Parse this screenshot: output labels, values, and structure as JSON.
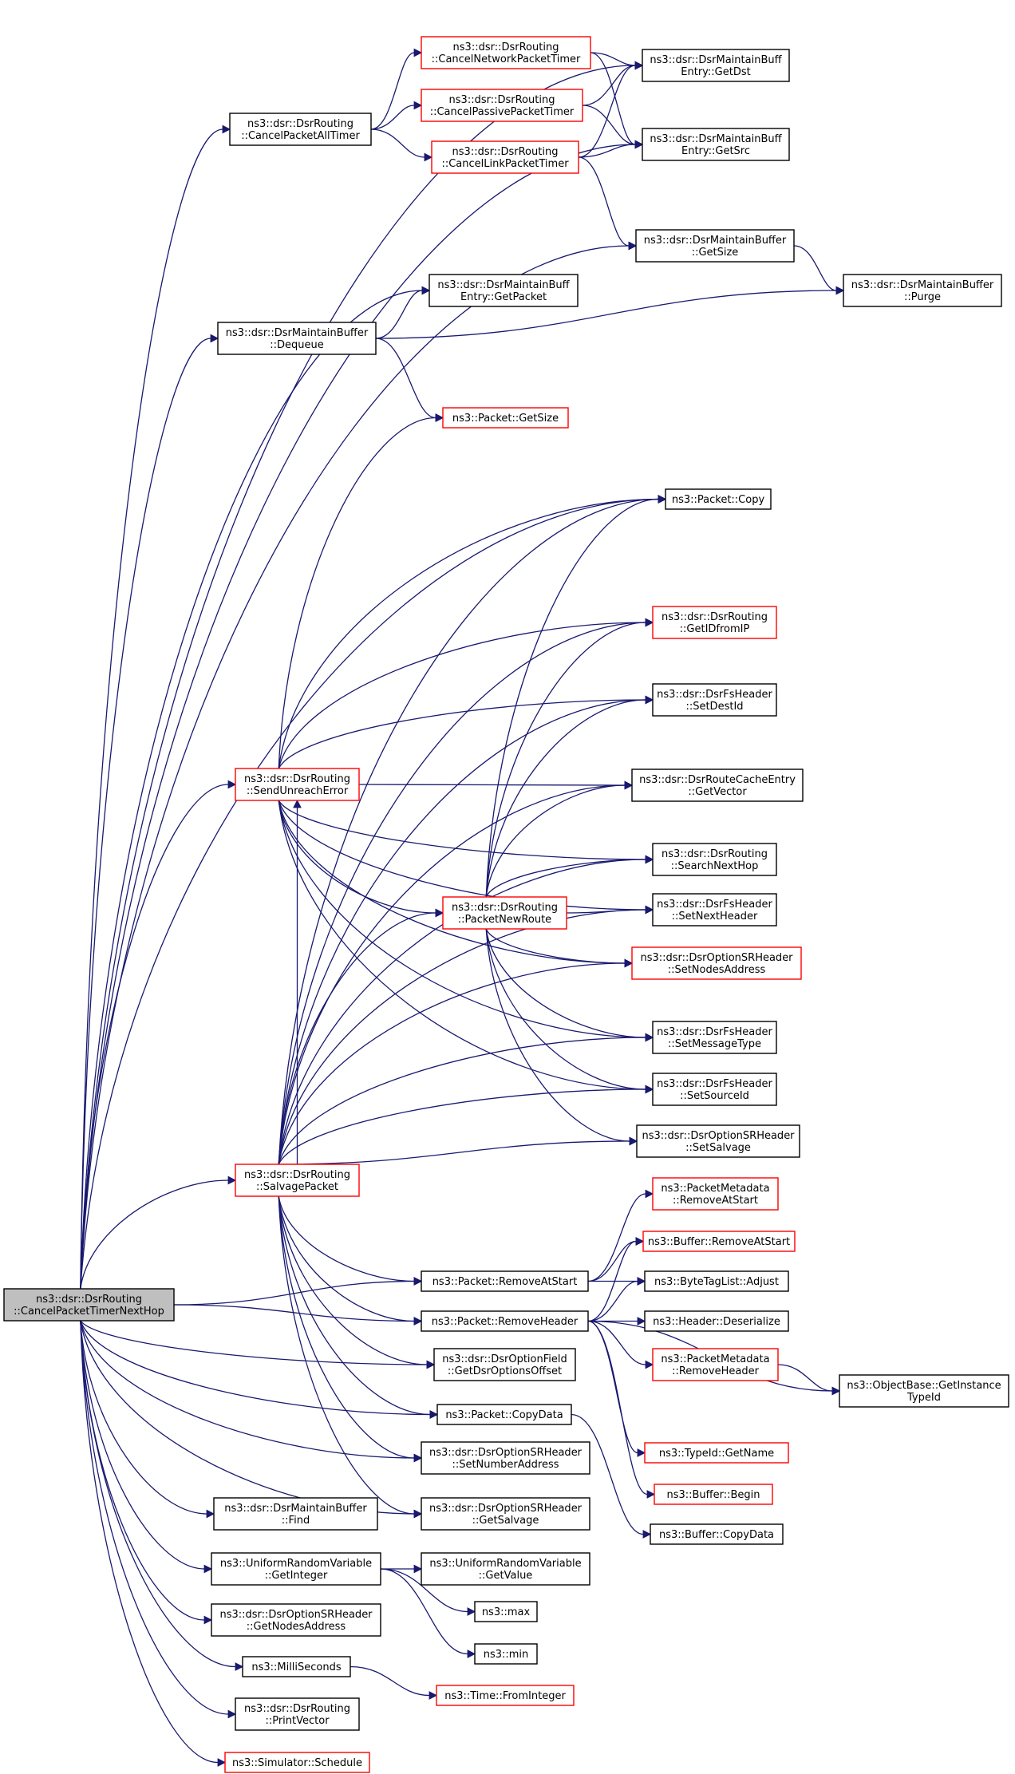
{
  "graph": {
    "title": "ns3::dsr::DsrRouting::CancelPacketTimerNextHop",
    "nodes": [
      {
        "id": "root",
        "lines": [
          "ns3::dsr::DsrRouting",
          "::CancelPacketTimerNextHop"
        ],
        "style": "root"
      },
      {
        "id": "cancelPacketAllTimer",
        "lines": [
          "ns3::dsr::DsrRouting",
          "::CancelPacketAllTimer"
        ],
        "style": "black"
      },
      {
        "id": "cancelNetworkPacketTimer",
        "lines": [
          "ns3::dsr::DsrRouting",
          "::CancelNetworkPacketTimer"
        ],
        "style": "red"
      },
      {
        "id": "cancelPassivePacketTimer",
        "lines": [
          "ns3::dsr::DsrRouting",
          "::CancelPassivePacketTimer"
        ],
        "style": "red"
      },
      {
        "id": "cancelLinkPacketTimer",
        "lines": [
          "ns3::dsr::DsrRouting",
          "::CancelLinkPacketTimer"
        ],
        "style": "red"
      },
      {
        "id": "getDst",
        "lines": [
          "ns3::dsr::DsrMaintainBuff",
          "Entry::GetDst"
        ],
        "style": "black"
      },
      {
        "id": "getSrc",
        "lines": [
          "ns3::dsr::DsrMaintainBuff",
          "Entry::GetSrc"
        ],
        "style": "black"
      },
      {
        "id": "getSize",
        "lines": [
          "ns3::dsr::DsrMaintainBuffer",
          "::GetSize"
        ],
        "style": "black"
      },
      {
        "id": "purge",
        "lines": [
          "ns3::dsr::DsrMaintainBuffer",
          "::Purge"
        ],
        "style": "black"
      },
      {
        "id": "getPacket",
        "lines": [
          "ns3::dsr::DsrMaintainBuff",
          "Entry::GetPacket"
        ],
        "style": "black"
      },
      {
        "id": "dequeue",
        "lines": [
          "ns3::dsr::DsrMaintainBuffer",
          "::Dequeue"
        ],
        "style": "black"
      },
      {
        "id": "packetGetSize",
        "lines": [
          "ns3::Packet::GetSize"
        ],
        "style": "red"
      },
      {
        "id": "packetCopy",
        "lines": [
          "ns3::Packet::Copy"
        ],
        "style": "black"
      },
      {
        "id": "getIDfromIP",
        "lines": [
          "ns3::dsr::DsrRouting",
          "::GetIDfromIP"
        ],
        "style": "red"
      },
      {
        "id": "setDestId",
        "lines": [
          "ns3::dsr::DsrFsHeader",
          "::SetDestId"
        ],
        "style": "black"
      },
      {
        "id": "getVector",
        "lines": [
          "ns3::dsr::DsrRouteCacheEntry",
          "::GetVector"
        ],
        "style": "black"
      },
      {
        "id": "sendUnreachError",
        "lines": [
          "ns3::dsr::DsrRouting",
          "::SendUnreachError"
        ],
        "style": "red"
      },
      {
        "id": "searchNextHop",
        "lines": [
          "ns3::dsr::DsrRouting",
          "::SearchNextHop"
        ],
        "style": "black"
      },
      {
        "id": "packetNewRoute",
        "lines": [
          "ns3::dsr::DsrRouting",
          "::PacketNewRoute"
        ],
        "style": "red"
      },
      {
        "id": "setNextHeader",
        "lines": [
          "ns3::dsr::DsrFsHeader",
          "::SetNextHeader"
        ],
        "style": "black"
      },
      {
        "id": "setNodesAddress",
        "lines": [
          "ns3::dsr::DsrOptionSRHeader",
          "::SetNodesAddress"
        ],
        "style": "red"
      },
      {
        "id": "setMessageType",
        "lines": [
          "ns3::dsr::DsrFsHeader",
          "::SetMessageType"
        ],
        "style": "black"
      },
      {
        "id": "setSourceId",
        "lines": [
          "ns3::dsr::DsrFsHeader",
          "::SetSourceId"
        ],
        "style": "black"
      },
      {
        "id": "setSalvage",
        "lines": [
          "ns3::dsr::DsrOptionSRHeader",
          "::SetSalvage"
        ],
        "style": "black"
      },
      {
        "id": "salvagePacket",
        "lines": [
          "ns3::dsr::DsrRouting",
          "::SalvagePacket"
        ],
        "style": "red"
      },
      {
        "id": "metaRemoveAtStart",
        "lines": [
          "ns3::PacketMetadata",
          "::RemoveAtStart"
        ],
        "style": "red"
      },
      {
        "id": "bufferRemoveAtStart",
        "lines": [
          "ns3::Buffer::RemoveAtStart"
        ],
        "style": "red"
      },
      {
        "id": "packetRemoveAtStart",
        "lines": [
          "ns3::Packet::RemoveAtStart"
        ],
        "style": "black"
      },
      {
        "id": "byteTagAdjust",
        "lines": [
          "ns3::ByteTagList::Adjust"
        ],
        "style": "black"
      },
      {
        "id": "packetRemoveHeader",
        "lines": [
          "ns3::Packet::RemoveHeader"
        ],
        "style": "black"
      },
      {
        "id": "headerDeserialize",
        "lines": [
          "ns3::Header::Deserialize"
        ],
        "style": "black"
      },
      {
        "id": "getDsrOptionsOffset",
        "lines": [
          "ns3::dsr::DsrOptionField",
          "::GetDsrOptionsOffset"
        ],
        "style": "black"
      },
      {
        "id": "metaRemoveHeader",
        "lines": [
          "ns3::PacketMetadata",
          "::RemoveHeader"
        ],
        "style": "red"
      },
      {
        "id": "getInstanceTypeId",
        "lines": [
          "ns3::ObjectBase::GetInstance",
          "TypeId"
        ],
        "style": "black"
      },
      {
        "id": "packetCopyData",
        "lines": [
          "ns3::Packet::CopyData"
        ],
        "style": "black"
      },
      {
        "id": "setNumberAddress",
        "lines": [
          "ns3::dsr::DsrOptionSRHeader",
          "::SetNumberAddress"
        ],
        "style": "black"
      },
      {
        "id": "typeIdGetName",
        "lines": [
          "ns3::TypeId::GetName"
        ],
        "style": "red"
      },
      {
        "id": "getSalvage",
        "lines": [
          "ns3::dsr::DsrOptionSRHeader",
          "::GetSalvage"
        ],
        "style": "black"
      },
      {
        "id": "bufferBegin",
        "lines": [
          "ns3::Buffer::Begin"
        ],
        "style": "red"
      },
      {
        "id": "find",
        "lines": [
          "ns3::dsr::DsrMaintainBuffer",
          "::Find"
        ],
        "style": "black"
      },
      {
        "id": "bufferCopyData",
        "lines": [
          "ns3::Buffer::CopyData"
        ],
        "style": "black"
      },
      {
        "id": "getInteger",
        "lines": [
          "ns3::UniformRandomVariable",
          "::GetInteger"
        ],
        "style": "black"
      },
      {
        "id": "getValue",
        "lines": [
          "ns3::UniformRandomVariable",
          "::GetValue"
        ],
        "style": "black"
      },
      {
        "id": "max",
        "lines": [
          "ns3::max"
        ],
        "style": "black"
      },
      {
        "id": "getNodesAddress",
        "lines": [
          "ns3::dsr::DsrOptionSRHeader",
          "::GetNodesAddress"
        ],
        "style": "black"
      },
      {
        "id": "min",
        "lines": [
          "ns3::min"
        ],
        "style": "black"
      },
      {
        "id": "milliSeconds",
        "lines": [
          "ns3::MilliSeconds"
        ],
        "style": "black"
      },
      {
        "id": "fromInteger",
        "lines": [
          "ns3::Time::FromInteger"
        ],
        "style": "red"
      },
      {
        "id": "printVector",
        "lines": [
          "ns3::dsr::DsrRouting",
          "::PrintVector"
        ],
        "style": "black"
      },
      {
        "id": "schedule",
        "lines": [
          "ns3::Simulator::Schedule"
        ],
        "style": "red"
      }
    ],
    "edges": [
      [
        "root",
        "cancelPacketAllTimer"
      ],
      [
        "root",
        "getDst"
      ],
      [
        "root",
        "getSrc"
      ],
      [
        "root",
        "getSize"
      ],
      [
        "root",
        "getPacket"
      ],
      [
        "root",
        "dequeue"
      ],
      [
        "root",
        "packetCopy"
      ],
      [
        "root",
        "sendUnreachError"
      ],
      [
        "root",
        "salvagePacket"
      ],
      [
        "root",
        "packetRemoveAtStart"
      ],
      [
        "root",
        "packetRemoveHeader"
      ],
      [
        "root",
        "getDsrOptionsOffset"
      ],
      [
        "root",
        "packetCopyData"
      ],
      [
        "root",
        "setNumberAddress"
      ],
      [
        "root",
        "getSalvage"
      ],
      [
        "root",
        "find"
      ],
      [
        "root",
        "getInteger"
      ],
      [
        "root",
        "getNodesAddress"
      ],
      [
        "root",
        "milliSeconds"
      ],
      [
        "root",
        "printVector"
      ],
      [
        "root",
        "schedule"
      ],
      [
        "cancelPacketAllTimer",
        "cancelNetworkPacketTimer"
      ],
      [
        "cancelPacketAllTimer",
        "cancelPassivePacketTimer"
      ],
      [
        "cancelPacketAllTimer",
        "cancelLinkPacketTimer"
      ],
      [
        "cancelNetworkPacketTimer",
        "getDst"
      ],
      [
        "cancelNetworkPacketTimer",
        "getSrc"
      ],
      [
        "cancelPassivePacketTimer",
        "getDst"
      ],
      [
        "cancelPassivePacketTimer",
        "getSrc"
      ],
      [
        "cancelLinkPacketTimer",
        "getDst"
      ],
      [
        "cancelLinkPacketTimer",
        "getSrc"
      ],
      [
        "cancelLinkPacketTimer",
        "getSize"
      ],
      [
        "getSize",
        "purge"
      ],
      [
        "dequeue",
        "getPacket"
      ],
      [
        "dequeue",
        "purge"
      ],
      [
        "dequeue",
        "packetGetSize"
      ],
      [
        "sendUnreachError",
        "packetGetSize"
      ],
      [
        "sendUnreachError",
        "packetCopy"
      ],
      [
        "sendUnreachError",
        "getIDfromIP"
      ],
      [
        "sendUnreachError",
        "setDestId"
      ],
      [
        "sendUnreachError",
        "getVector"
      ],
      [
        "sendUnreachError",
        "searchNextHop"
      ],
      [
        "sendUnreachError",
        "packetNewRoute"
      ],
      [
        "sendUnreachError",
        "setNextHeader"
      ],
      [
        "sendUnreachError",
        "setNodesAddress"
      ],
      [
        "sendUnreachError",
        "setMessageType"
      ],
      [
        "sendUnreachError",
        "setSourceId"
      ],
      [
        "packetNewRoute",
        "packetCopy"
      ],
      [
        "packetNewRoute",
        "getIDfromIP"
      ],
      [
        "packetNewRoute",
        "setDestId"
      ],
      [
        "packetNewRoute",
        "getVector"
      ],
      [
        "packetNewRoute",
        "searchNextHop"
      ],
      [
        "packetNewRoute",
        "setNextHeader"
      ],
      [
        "packetNewRoute",
        "setNodesAddress"
      ],
      [
        "packetNewRoute",
        "setMessageType"
      ],
      [
        "packetNewRoute",
        "setSourceId"
      ],
      [
        "packetNewRoute",
        "setSalvage"
      ],
      [
        "salvagePacket",
        "packetCopy"
      ],
      [
        "salvagePacket",
        "getIDfromIP"
      ],
      [
        "salvagePacket",
        "setDestId"
      ],
      [
        "salvagePacket",
        "getVector"
      ],
      [
        "salvagePacket",
        "searchNextHop"
      ],
      [
        "salvagePacket",
        "sendUnreachError"
      ],
      [
        "salvagePacket",
        "packetNewRoute"
      ],
      [
        "salvagePacket",
        "setNextHeader"
      ],
      [
        "salvagePacket",
        "setNodesAddress"
      ],
      [
        "salvagePacket",
        "setMessageType"
      ],
      [
        "salvagePacket",
        "setSourceId"
      ],
      [
        "salvagePacket",
        "setSalvage"
      ],
      [
        "salvagePacket",
        "packetRemoveAtStart"
      ],
      [
        "salvagePacket",
        "packetRemoveHeader"
      ],
      [
        "salvagePacket",
        "getDsrOptionsOffset"
      ],
      [
        "salvagePacket",
        "packetCopyData"
      ],
      [
        "salvagePacket",
        "setNumberAddress"
      ],
      [
        "salvagePacket",
        "getSalvage"
      ],
      [
        "packetRemoveAtStart",
        "metaRemoveAtStart"
      ],
      [
        "packetRemoveAtStart",
        "bufferRemoveAtStart"
      ],
      [
        "packetRemoveAtStart",
        "byteTagAdjust"
      ],
      [
        "packetRemoveHeader",
        "bufferRemoveAtStart"
      ],
      [
        "packetRemoveHeader",
        "byteTagAdjust"
      ],
      [
        "packetRemoveHeader",
        "headerDeserialize"
      ],
      [
        "packetRemoveHeader",
        "metaRemoveHeader"
      ],
      [
        "packetRemoveHeader",
        "getInstanceTypeId"
      ],
      [
        "packetRemoveHeader",
        "typeIdGetName"
      ],
      [
        "packetRemoveHeader",
        "bufferBegin"
      ],
      [
        "metaRemoveHeader",
        "getInstanceTypeId"
      ],
      [
        "packetCopyData",
        "bufferCopyData"
      ],
      [
        "getInteger",
        "getValue"
      ],
      [
        "getInteger",
        "max"
      ],
      [
        "getInteger",
        "min"
      ],
      [
        "milliSeconds",
        "fromInteger"
      ]
    ]
  }
}
